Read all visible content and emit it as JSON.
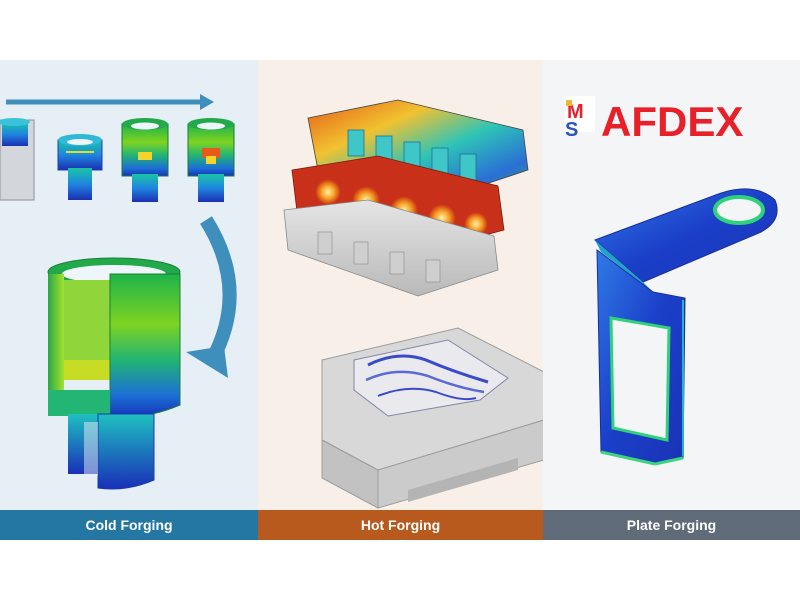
{
  "brand": {
    "name": "AFDEX",
    "color": "#e8202a",
    "mark_icon": "ms-logo-mark-icon"
  },
  "sections": [
    {
      "label": "Cold Forging",
      "color": "#2477a3"
    },
    {
      "label": "Hot Forging",
      "color": "#b85a1e"
    },
    {
      "label": "Plate Forging",
      "color": "#5f6b78"
    }
  ],
  "icons": {
    "progress_arrow": "right-arrow-icon",
    "curved_arrow": "curved-down-arrow-icon"
  }
}
